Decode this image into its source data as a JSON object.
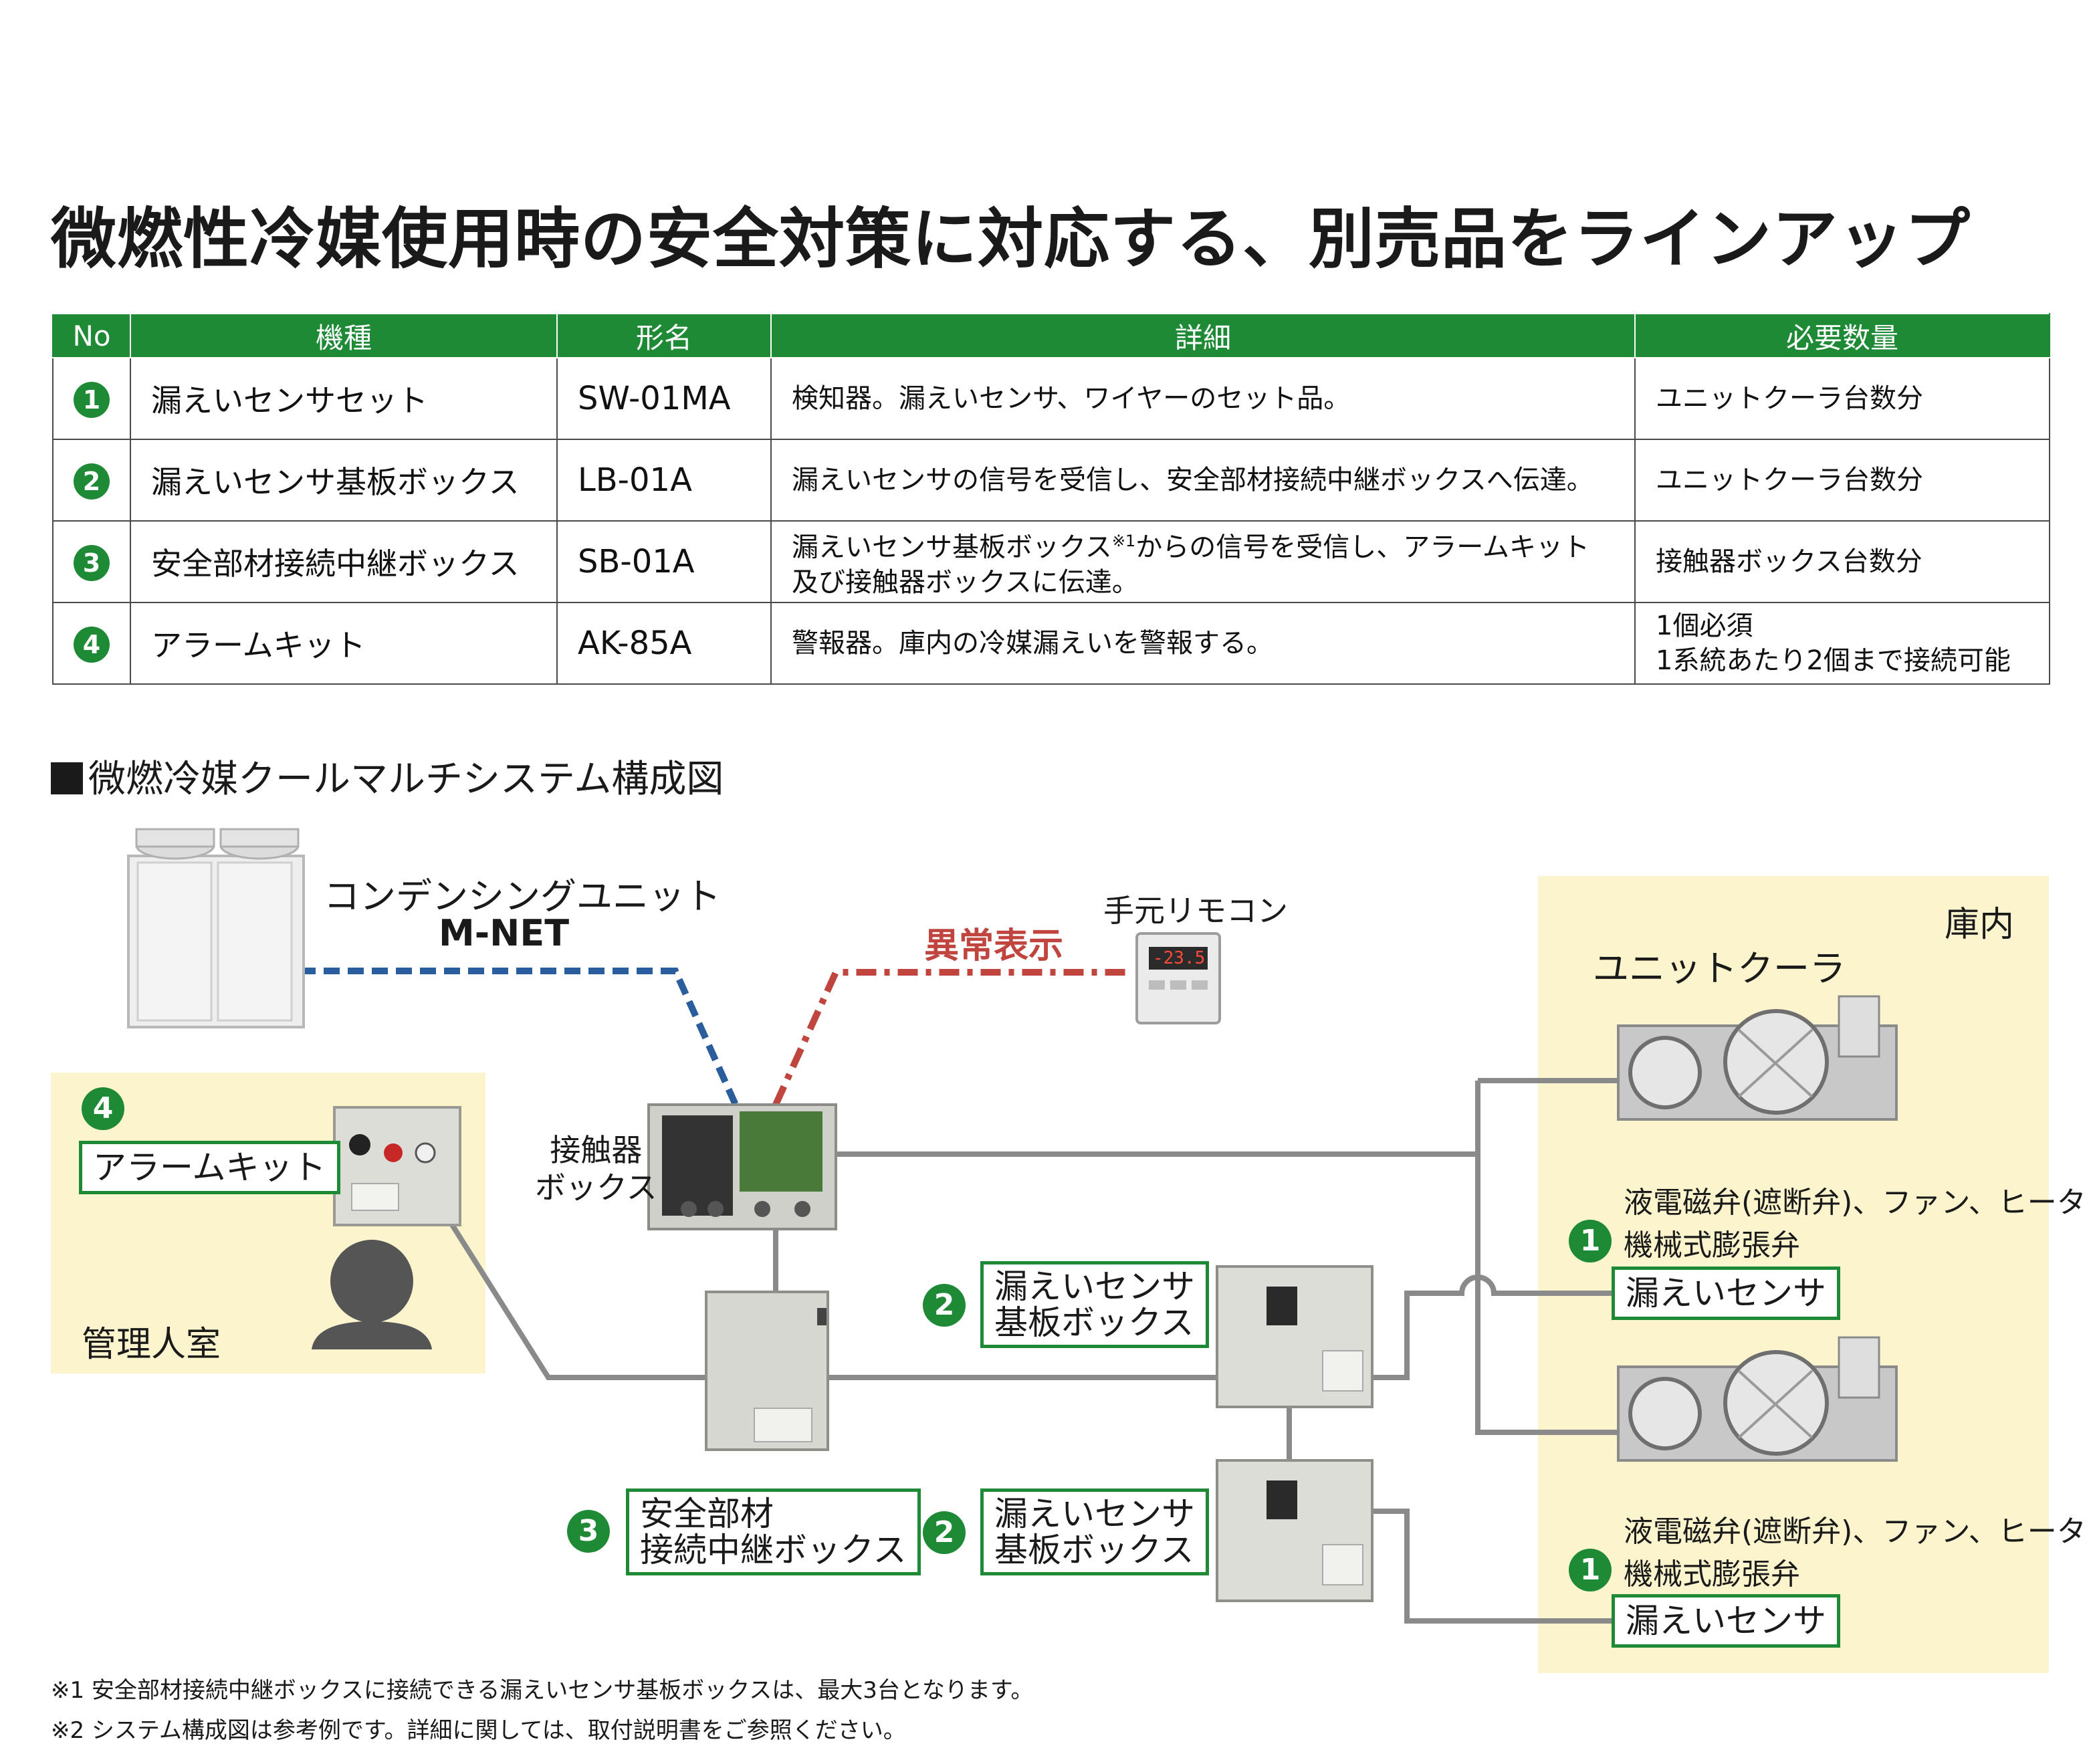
{
  "headline": "微燃性冷媒使用時の安全対策に対応する、別売品をラインアップ",
  "table": {
    "headers": [
      "No",
      "機種",
      "形名",
      "詳細",
      "必要数量"
    ],
    "rows": [
      {
        "no": "1",
        "type": "漏えいセンサセット",
        "model": "SW-01MA",
        "detail": "検知器。漏えいセンサ、ワイヤーのセット品。",
        "qty": "ユニットクーラ台数分"
      },
      {
        "no": "2",
        "type": "漏えいセンサ基板ボックス",
        "model": "LB-01A",
        "detail": "漏えいセンサの信号を受信し、安全部材接続中継ボックスへ伝達。",
        "qty": "ユニットクーラ台数分"
      },
      {
        "no": "3",
        "type": "安全部材接続中継ボックス",
        "model": "SB-01A",
        "detail_a": "漏えいセンサ基板ボックス",
        "detail_sup": "※1",
        "detail_b": "からの信号を受信し、アラームキット",
        "detail_c": "及び接触器ボックスに伝達。",
        "qty": "接触器ボックス台数分"
      },
      {
        "no": "4",
        "type": "アラームキット",
        "model": "AK-85A",
        "detail": "警報器。庫内の冷媒漏えいを警報する。",
        "qty_a": "1個必須",
        "qty_b": "1系統あたり2個まで接続可能"
      }
    ]
  },
  "section_heading": "微燃冷媒クールマルチシステム構成図",
  "diagram": {
    "condensing_unit": "コンデンシングユニット",
    "mnet": "M-NET",
    "abnormal_display": "異常表示",
    "remote_controller": "手元リモコン",
    "remote_display": "-23.5",
    "konai": "庫内",
    "unit_cooler": "ユニットクーラ",
    "kanri_room": "管理人室",
    "alarm_kit": "アラームキット",
    "contactor_box_a": "接触器",
    "contactor_box_b": "ボックス",
    "sensor_board_box_a": "漏えいセンサ",
    "sensor_board_box_b": "基板ボックス",
    "relay_box_a": "安全部材",
    "relay_box_b": "接続中継ボックス",
    "valves_a": "液電磁弁(遮断弁)、ファン、ヒータ",
    "valves_b": "機械式膨張弁",
    "leak_sensor": "漏えいセンサ",
    "badges": [
      "1",
      "2",
      "3",
      "4"
    ]
  },
  "footnotes": [
    "※1 安全部材接続中継ボックスに接続できる漏えいセンサ基板ボックスは、最大3台となります。",
    "※2 システム構成図は参考例です。詳細に関しては、取付説明書をご参照ください。"
  ],
  "colors": {
    "brand_green": "#1e8a36",
    "mnet_blue": "#2a5d9c",
    "alarm_red": "#c0453f",
    "zone_yellow": "#fbf4cc"
  }
}
